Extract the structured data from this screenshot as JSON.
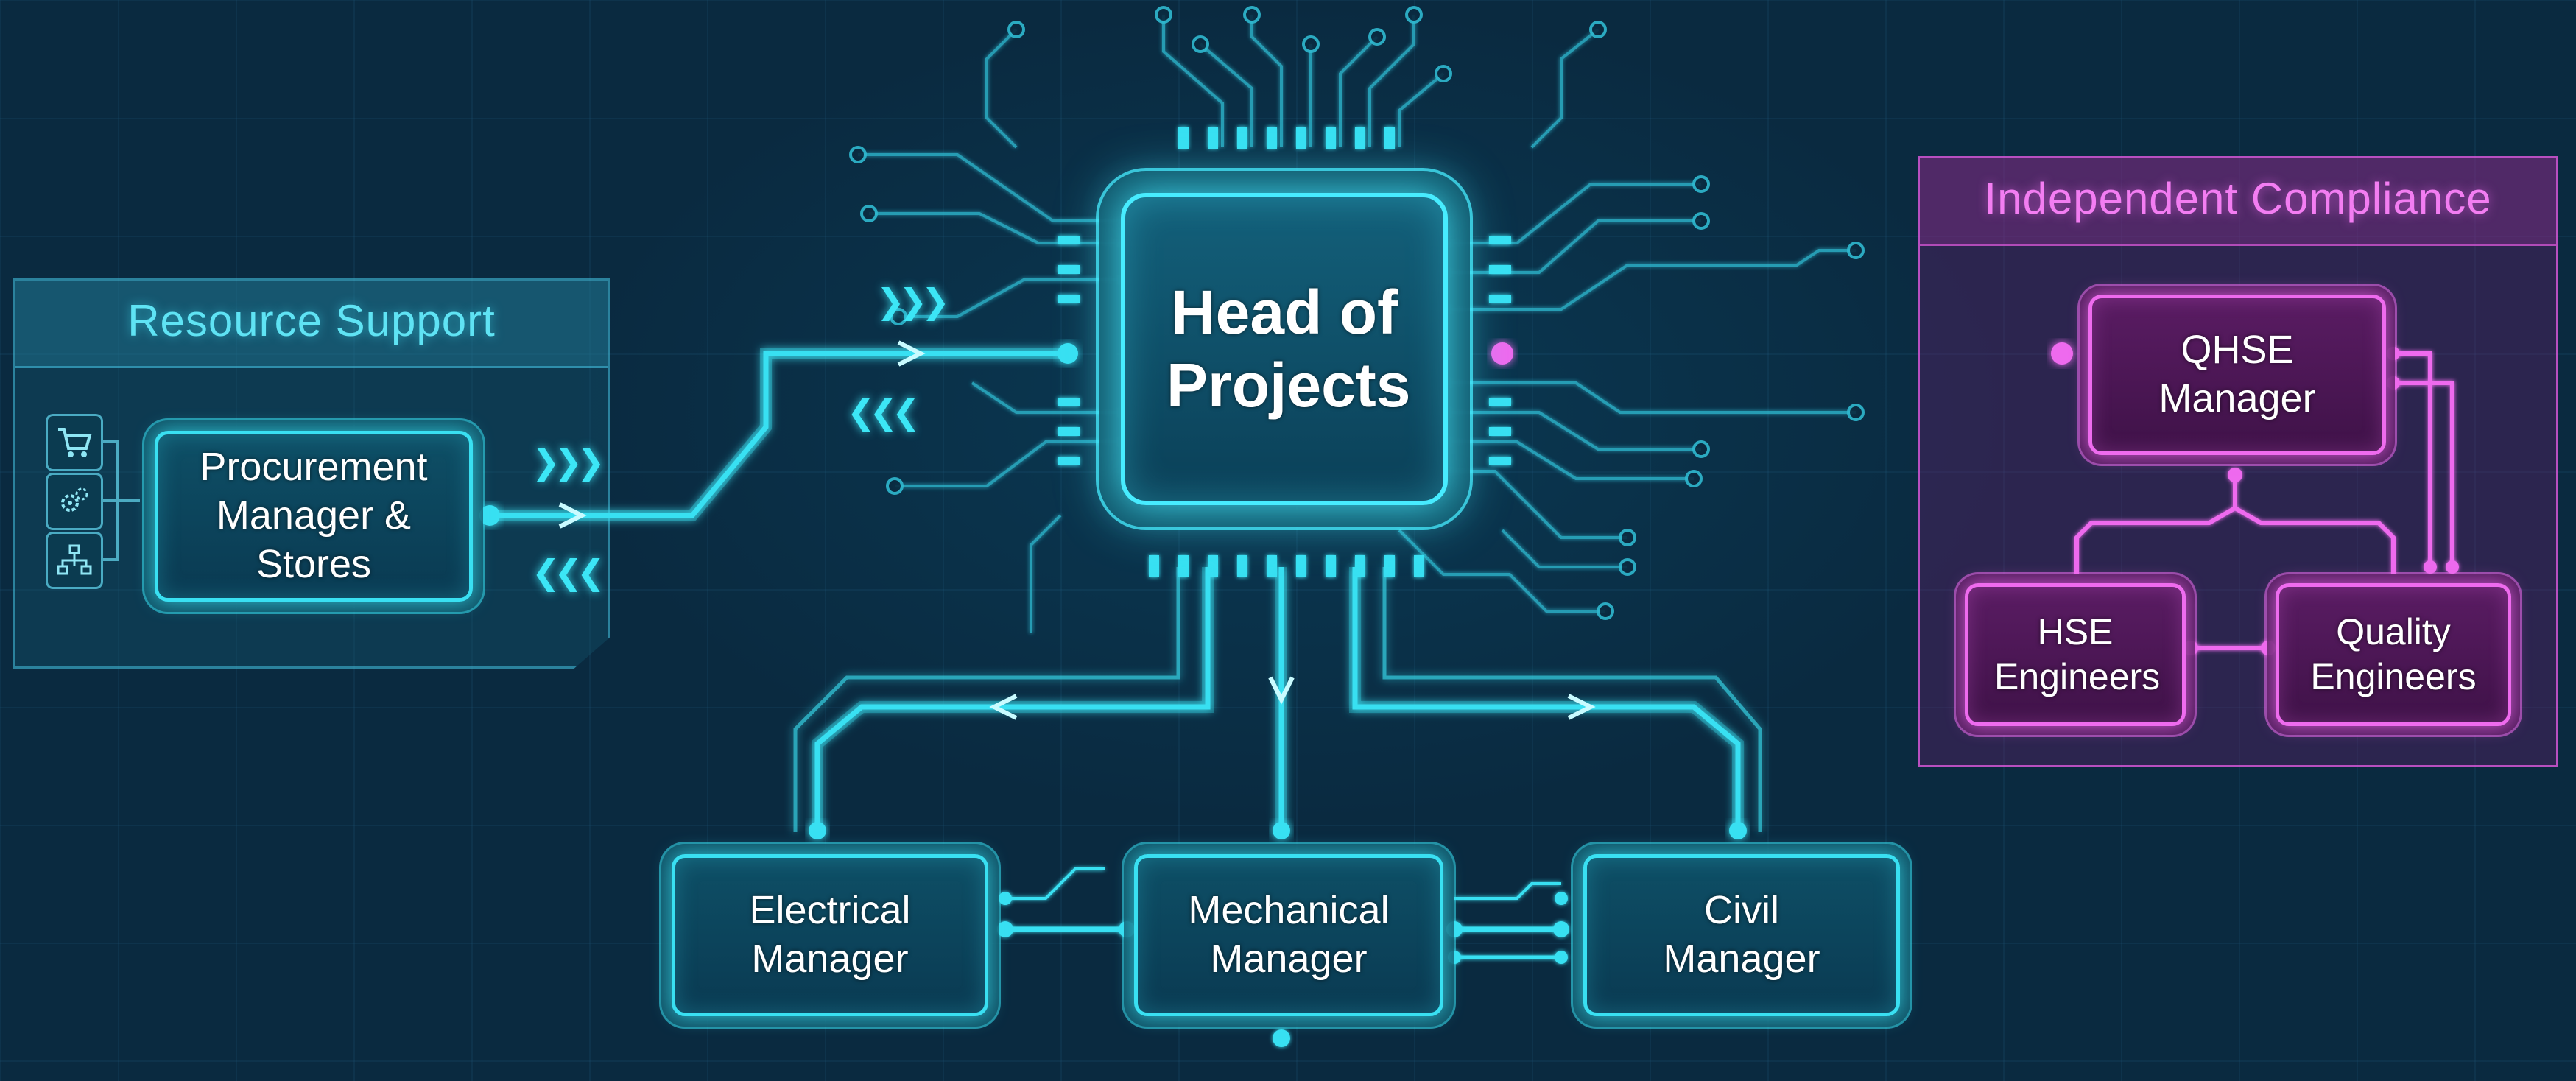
{
  "colors": {
    "background": "#061a2b",
    "accent_cyan": "#39e0f2",
    "accent_pink": "#ee6bee",
    "text": "#ffffff"
  },
  "resource_support": {
    "title": "Resource Support",
    "node": "Procurement Manager & Stores",
    "icons": [
      "shopping-cart-icon",
      "gears-icon",
      "hierarchy-icon"
    ]
  },
  "head": {
    "label": "Head of Projects"
  },
  "managers": [
    {
      "label": "Electrical Manager"
    },
    {
      "label": "Mechanical Manager"
    },
    {
      "label": "Civil Manager"
    }
  ],
  "independent_compliance": {
    "title": "Independent Compliance",
    "qhse": "QHSE Manager",
    "hse": "HSE Engineers",
    "quality": "Quality Engineers"
  }
}
